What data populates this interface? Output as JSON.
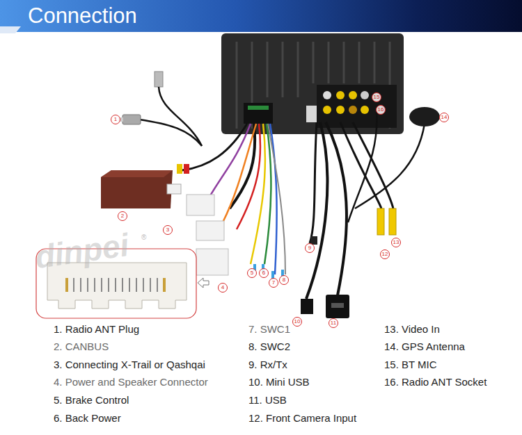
{
  "diagram": {
    "title": "Connection",
    "labels": [
      "dinpei",
      "®",
      "1",
      "2",
      "3",
      "4",
      "5",
      "6",
      "7",
      "8",
      "9",
      "10",
      "11",
      "12",
      "13",
      "14",
      "15",
      "16",
      "1. Radio ANT Plug",
      "2. CANBUS",
      "3. Connecting X-Trail or Qashqai",
      "4. Power and Speaker Connector",
      "5. Brake Control",
      "6. Back Power",
      "7. SWC1",
      "8. SWC2",
      "9. Rx/Tx",
      "10. Mini USB",
      "11. USB",
      "12. Front Camera Input",
      "13. Video In",
      "14. GPS Antenna",
      "15. BT MIC",
      "16. Radio ANT Socket"
    ]
  }
}
